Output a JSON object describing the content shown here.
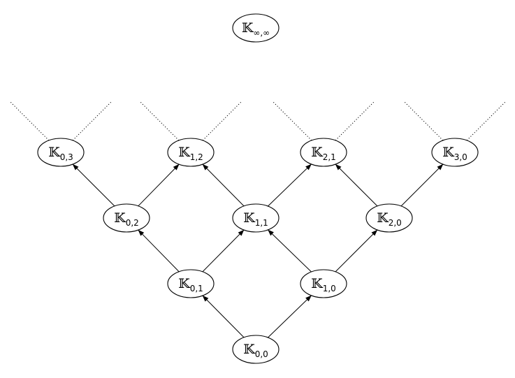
{
  "nodes": [
    {
      "id": "inf",
      "symbol": "𝕂",
      "subscript": "∞,∞"
    },
    {
      "id": "03",
      "symbol": "𝕂",
      "subscript": "0,3"
    },
    {
      "id": "12",
      "symbol": "𝕂",
      "subscript": "1,2"
    },
    {
      "id": "21",
      "symbol": "𝕂",
      "subscript": "2,1"
    },
    {
      "id": "30",
      "symbol": "𝕂",
      "subscript": "3,0"
    },
    {
      "id": "02",
      "symbol": "𝕂",
      "subscript": "0,2"
    },
    {
      "id": "11",
      "symbol": "𝕂",
      "subscript": "1,1"
    },
    {
      "id": "20",
      "symbol": "𝕂",
      "subscript": "2,0"
    },
    {
      "id": "01",
      "symbol": "𝕂",
      "subscript": "0,1"
    },
    {
      "id": "10",
      "symbol": "𝕂",
      "subscript": "1,0"
    },
    {
      "id": "00",
      "symbol": "𝕂",
      "subscript": "0,0"
    }
  ],
  "edges": [
    {
      "from": "00",
      "to": "01"
    },
    {
      "from": "00",
      "to": "10"
    },
    {
      "from": "01",
      "to": "02"
    },
    {
      "from": "01",
      "to": "11"
    },
    {
      "from": "10",
      "to": "11"
    },
    {
      "from": "10",
      "to": "20"
    },
    {
      "from": "02",
      "to": "03"
    },
    {
      "from": "02",
      "to": "12"
    },
    {
      "from": "11",
      "to": "12"
    },
    {
      "from": "11",
      "to": "21"
    },
    {
      "from": "20",
      "to": "21"
    },
    {
      "from": "20",
      "to": "30"
    }
  ],
  "continuations": [
    "03",
    "12",
    "21",
    "30"
  ]
}
